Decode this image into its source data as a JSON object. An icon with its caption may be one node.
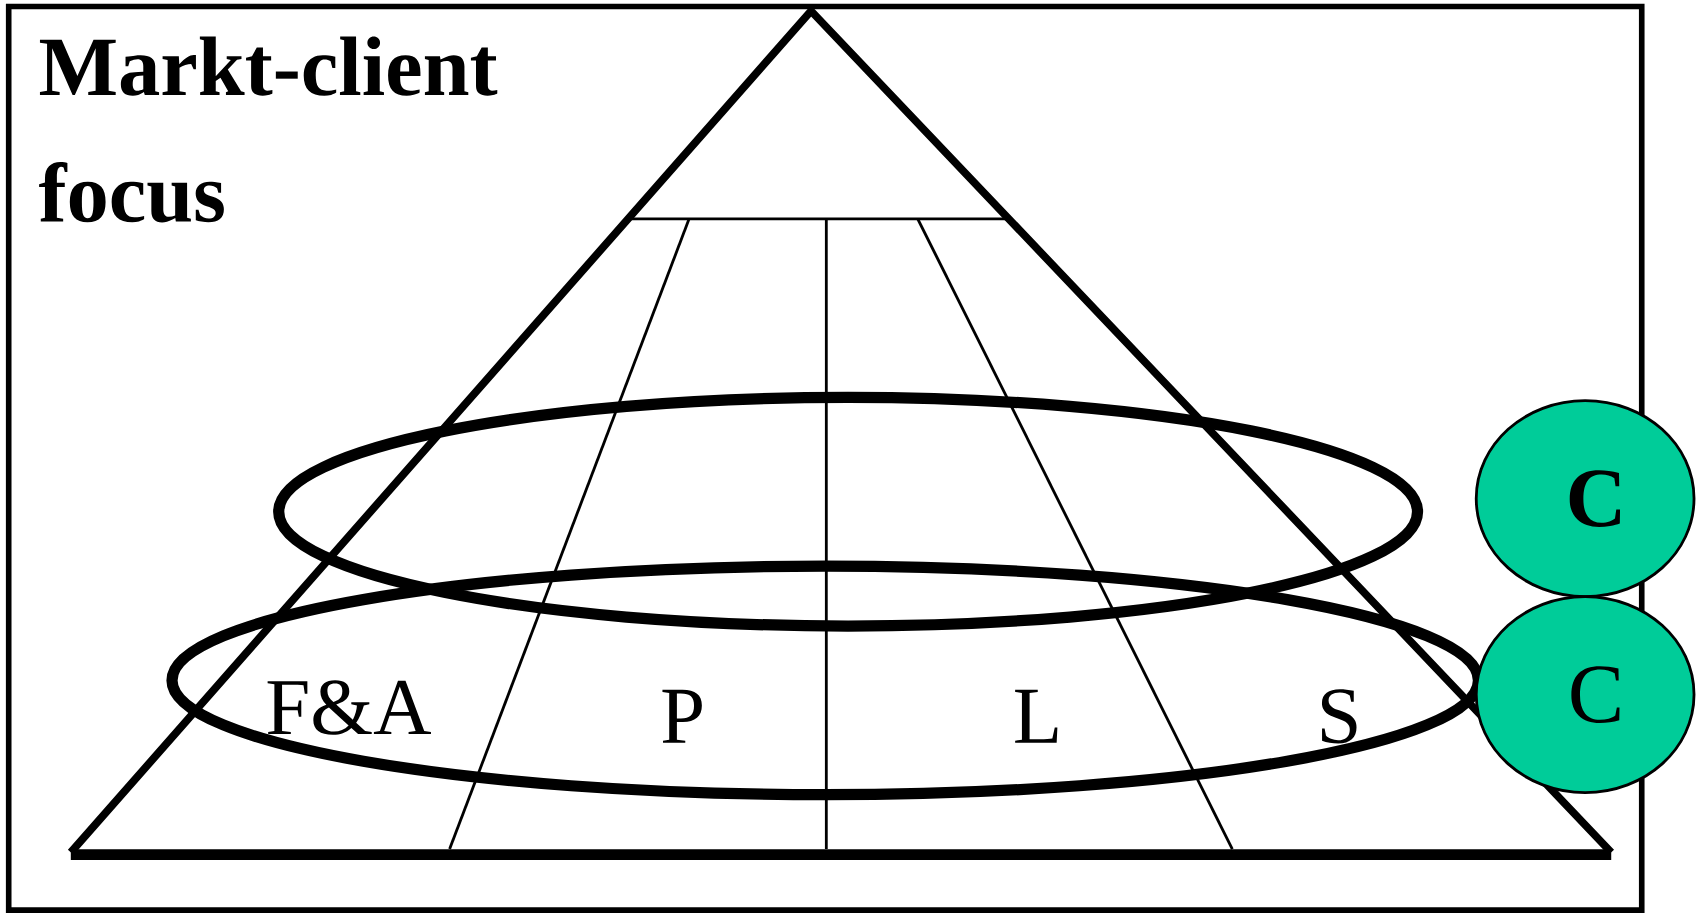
{
  "diagram": {
    "title": "Markt-client focus",
    "nodes": [
      {
        "text": [
          "C"
        ]
      },
      {
        "text": [
          "C"
        ]
      }
    ],
    "labels": [
      "F&A",
      "P",
      "L",
      "S"
    ]
  }
}
